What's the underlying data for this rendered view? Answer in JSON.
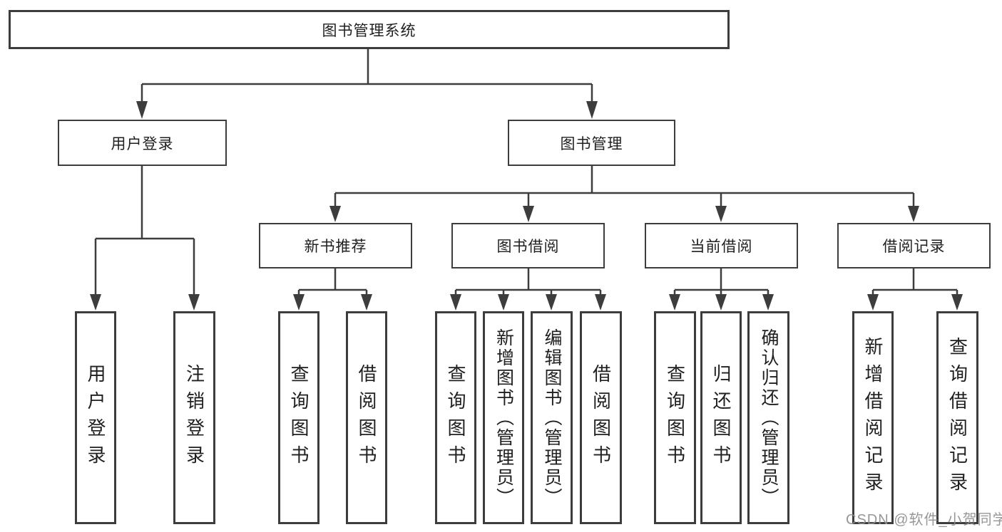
{
  "watermark": "CSDN @软件_小贺同学",
  "colors": {
    "line": "#3d3d3d",
    "text": "#1f1f1f",
    "node_background": "#ffffff",
    "watermark": "#8c8c8c"
  },
  "tree": {
    "root": "图书管理系统",
    "children": [
      {
        "label": "用户登录",
        "children": [
          "用户登录",
          "注销登录"
        ]
      },
      {
        "label": "图书管理",
        "children": [
          {
            "label": "新书推荐",
            "children": [
              "查询图书",
              "借阅图书"
            ]
          },
          {
            "label": "图书借阅",
            "children": [
              "查询图书",
              "新增图书（管理员）",
              "编辑图书（管理员）",
              "借阅图书"
            ]
          },
          {
            "label": "当前借阅",
            "children": [
              "查询图书",
              "归还图书",
              "确认归还（管理员）"
            ]
          },
          {
            "label": "借阅记录",
            "children": [
              "新增借阅记录",
              "查询借阅记录"
            ]
          }
        ]
      }
    ]
  }
}
